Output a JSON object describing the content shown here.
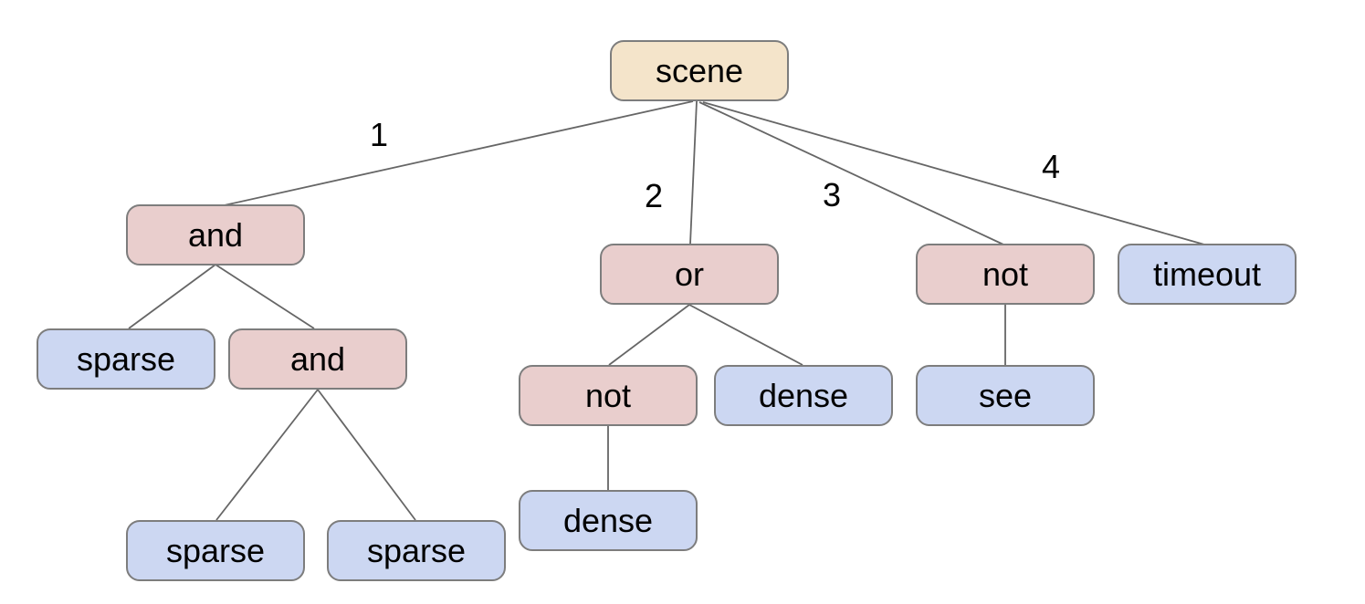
{
  "diagram": {
    "type": "tree",
    "background": "#ffffff",
    "colors": {
      "root_fill": "#f4e4ca",
      "operator_fill": "#e9cecd",
      "leaf_fill": "#ccd7f2",
      "shape_border": "#7d7d7d",
      "edge_line": "#666666",
      "text": "#000000"
    },
    "nodes": {
      "scene": {
        "label": "scene",
        "kind": "root"
      },
      "and_left": {
        "label": "and",
        "kind": "operator"
      },
      "sparse_left": {
        "label": "sparse",
        "kind": "leaf"
      },
      "and_inner": {
        "label": "and",
        "kind": "operator"
      },
      "sparse_bottom1": {
        "label": "sparse",
        "kind": "leaf"
      },
      "sparse_bottom2": {
        "label": "sparse",
        "kind": "leaf"
      },
      "or_mid": {
        "label": "or",
        "kind": "operator"
      },
      "not_mid": {
        "label": "not",
        "kind": "operator"
      },
      "dense_mid": {
        "label": "dense",
        "kind": "leaf"
      },
      "dense_bottom": {
        "label": "dense",
        "kind": "leaf"
      },
      "not_right": {
        "label": "not",
        "kind": "operator"
      },
      "see": {
        "label": "see",
        "kind": "leaf"
      },
      "timeout": {
        "label": "timeout",
        "kind": "leaf"
      }
    },
    "edge_labels": {
      "branch1": "1",
      "branch2": "2",
      "branch3": "3",
      "branch4": "4"
    },
    "tree": {
      "label": "scene",
      "children": [
        {
          "edge": "1",
          "label": "and",
          "children": [
            {
              "label": "sparse"
            },
            {
              "label": "and",
              "children": [
                {
                  "label": "sparse"
                },
                {
                  "label": "sparse"
                }
              ]
            }
          ]
        },
        {
          "edge": "2",
          "label": "or",
          "children": [
            {
              "label": "not",
              "children": [
                {
                  "label": "dense"
                }
              ]
            },
            {
              "label": "dense"
            }
          ]
        },
        {
          "edge": "3",
          "label": "not",
          "children": [
            {
              "label": "see"
            }
          ]
        },
        {
          "edge": "4",
          "label": "timeout"
        }
      ]
    }
  }
}
